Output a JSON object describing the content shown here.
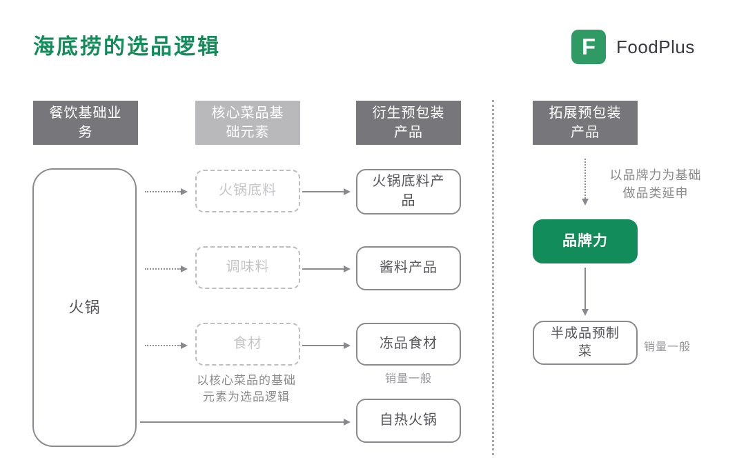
{
  "page": {
    "title": "海底捞的选品逻辑"
  },
  "logo": {
    "mark": "F",
    "text": "FoodPlus"
  },
  "colors": {
    "brand_green": "#128C5A",
    "logo_green": "#2F9A63",
    "header_dark_gray": "#77777B",
    "header_light_gray": "#B9B9BB",
    "line_gray": "#8A8A8E",
    "muted_text_gray": "#8A8A8A"
  },
  "headers": {
    "base_business": "餐饮基础业\n务",
    "core_elements": "核心菜品基\n础元素",
    "derived_products": "衍生预包装\n产品",
    "expanded_products": "拓展预包装\n产品"
  },
  "base": {
    "label": "火锅"
  },
  "core": {
    "hotpot_base": "火锅底料",
    "seasoning": "调味料",
    "ingredients": "食材",
    "caption": "以核心菜品的基础\n元素为选品逻辑"
  },
  "derived": {
    "hotpot_base_product": "火锅底料产\n品",
    "sauce_product": "酱料产品",
    "frozen_ingredients": "冻品食材",
    "frozen_note": "销量一般",
    "self_heating_hotpot": "自热火锅"
  },
  "expansion": {
    "arrow_note": "以品牌力为基础\n做品类延申",
    "brand_power": "品牌力",
    "semi_finished": "半成品预制\n菜",
    "note": "销量一般"
  }
}
